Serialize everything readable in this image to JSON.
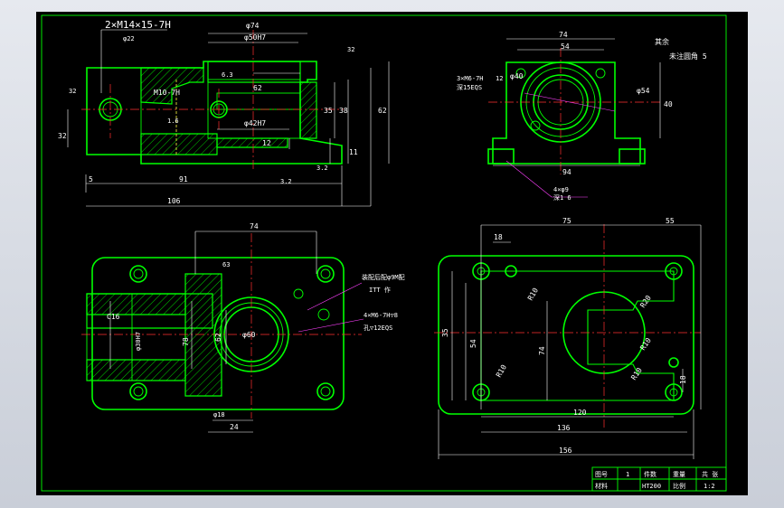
{
  "drawing": {
    "colors": {
      "background": "#000000",
      "outline": "#00ff00",
      "dims": "#ffffff",
      "centerline": "#ff3030",
      "hidden": "#ffff40",
      "leader": "#ff40ff"
    },
    "front_view": {
      "thread_top": "2×M14×15-7H",
      "d_phi22": "φ22",
      "d_phi74": "φ74",
      "d_phi50": "φ50H7",
      "ra_top": "32",
      "ra_left": "32",
      "m10": "M10-7H",
      "d62": "62",
      "d35": "35",
      "d38": "38",
      "d62v": "62",
      "phi42": "φ42H7",
      "d12": "12",
      "d11": "11",
      "d32": "32",
      "d5": "5",
      "d91": "91",
      "d106": "106",
      "ra16": "1.6",
      "ra63": "6.3",
      "ra32b": "3.2",
      "ra32c": "3.2"
    },
    "side_view": {
      "d74": "74",
      "d54": "54",
      "thread_note1": "3×M6-7H",
      "thread_note2": "深15EQS",
      "d12": "12",
      "phi40": "φ40",
      "phi54": "φ54",
      "d40": "40",
      "d94": "94",
      "hole_note1": "4×φ9",
      "hole_note2": "深1 6",
      "rough_other1": "其余",
      "rough_other2": "未注圆角 5"
    },
    "plan_view": {
      "d74": "74",
      "d63": "63",
      "c16": "C16",
      "phi30": "φ30H7",
      "d78": "78",
      "d62": "62",
      "phi60": "φ60",
      "phi18": "φ18",
      "d24": "24",
      "note1": "装配后配φ9M配",
      "note2": "ITT 作",
      "note3": "4×M6-7H▽8",
      "note4": "孔▽12EQS"
    },
    "bottom_view": {
      "d75": "75",
      "d55": "55",
      "d18": "18",
      "r10a": "R10",
      "r20": "R20",
      "d35": "35",
      "d54": "54",
      "d74": "74",
      "r10b": "R10",
      "r10c": "R10",
      "r10d": "R10",
      "d18v": "18",
      "d120": "120",
      "d136": "136",
      "d156": "156"
    },
    "title_block": {
      "c1": "图号",
      "c2": "1",
      "c3": "件数",
      "c4": "重量",
      "c5": "共 张",
      "c6": "材料",
      "c7": "HT200",
      "c8": "比例",
      "c9": "1:2"
    }
  }
}
